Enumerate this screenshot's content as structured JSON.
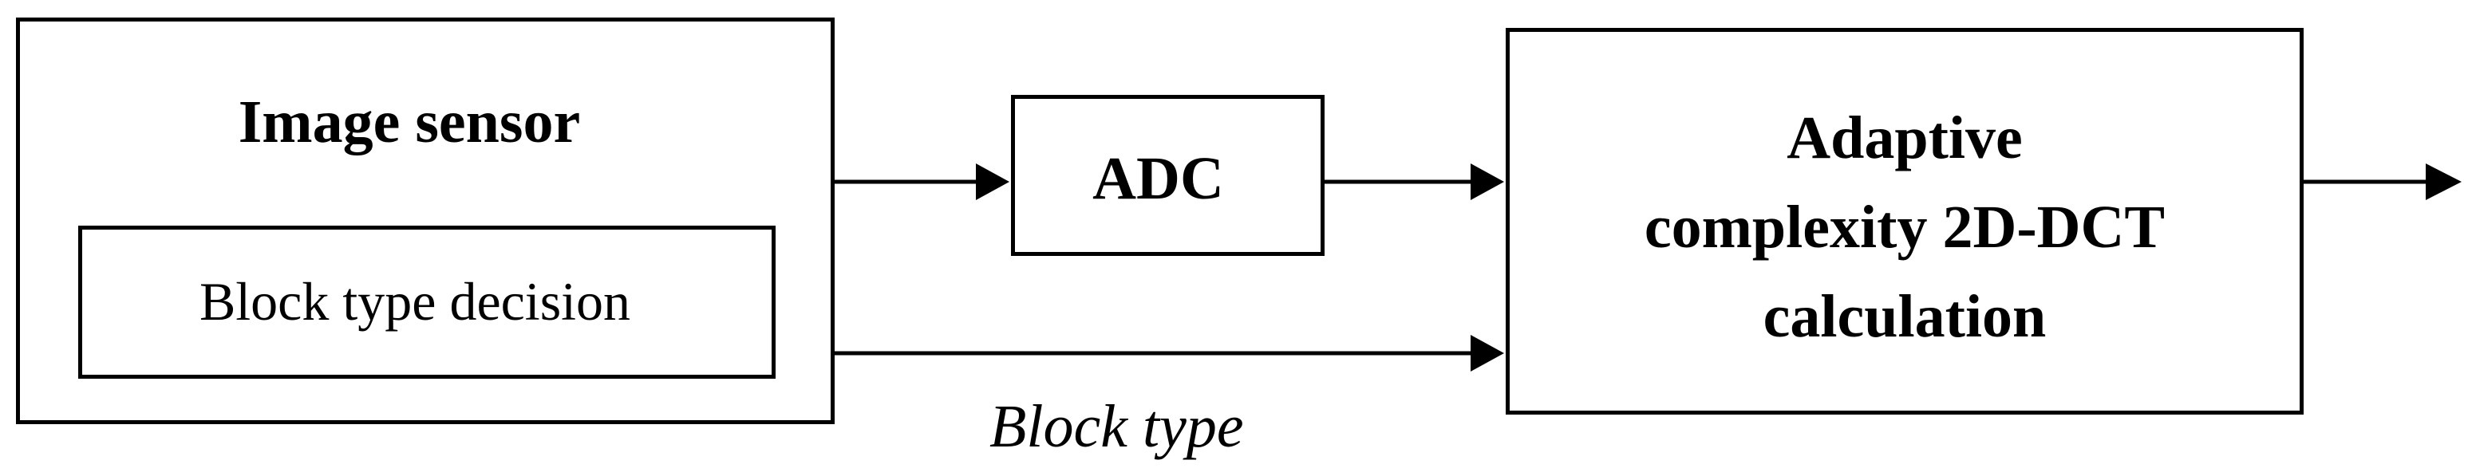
{
  "diagram": {
    "nodes": {
      "image_sensor": {
        "label": "Image sensor"
      },
      "block_type_decision": {
        "label": "Block type decision"
      },
      "adc": {
        "label": "ADC"
      },
      "dct": {
        "lines": [
          "Adaptive",
          "complexity 2D-DCT",
          "calculation"
        ]
      }
    },
    "edges": {
      "block_type": {
        "label": "Block type"
      }
    }
  }
}
